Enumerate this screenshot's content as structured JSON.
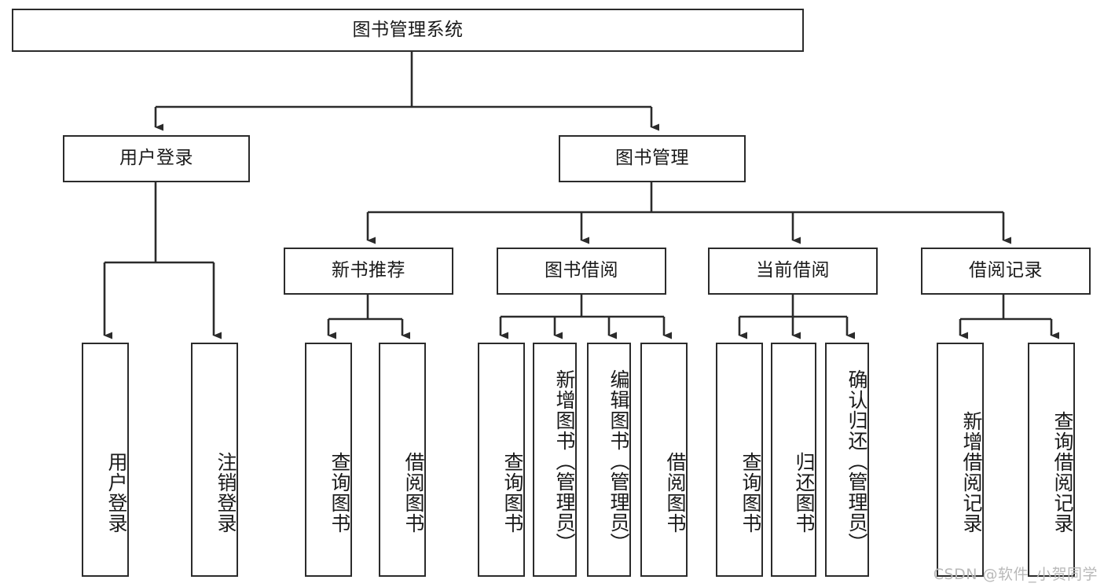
{
  "diagram": {
    "title": "图书管理系统",
    "type": "tree-hierarchy-diagram",
    "colors": {
      "stroke": "#2b2b2b",
      "fill": "#ffffff",
      "text": "#1a1a1a",
      "watermark": "#b9b9b9"
    },
    "watermark": "CSDN @软件_小贺同学"
  },
  "nodes": {
    "root": {
      "label": "图书管理系统"
    },
    "level2": [
      {
        "id": "user-login",
        "label": "用户登录"
      },
      {
        "id": "book-manage",
        "label": "图书管理"
      }
    ],
    "level3": [
      {
        "id": "new-book-recommend",
        "label": "新书推荐"
      },
      {
        "id": "book-borrow",
        "label": "图书借阅"
      },
      {
        "id": "current-borrow",
        "label": "当前借阅"
      },
      {
        "id": "borrow-record",
        "label": "借阅记录"
      }
    ],
    "leaves": {
      "user_login": [
        {
          "id": "leaf-user-login",
          "label": "用户登录"
        },
        {
          "id": "leaf-logout-login",
          "label": "注销登录"
        }
      ],
      "new_book_recommend": [
        {
          "id": "leaf-query-book-1",
          "label": "查询图书"
        },
        {
          "id": "leaf-borrow-book-1",
          "label": "借阅图书"
        }
      ],
      "book_borrow": [
        {
          "id": "leaf-query-book-2",
          "label": "查询图书"
        },
        {
          "id": "leaf-add-book",
          "label": "新增图书（管理员）"
        },
        {
          "id": "leaf-edit-book",
          "label": "编辑图书（管理员）"
        },
        {
          "id": "leaf-borrow-book-2",
          "label": "借阅图书"
        }
      ],
      "current_borrow": [
        {
          "id": "leaf-query-book-3",
          "label": "查询图书"
        },
        {
          "id": "leaf-return-book",
          "label": "归还图书"
        },
        {
          "id": "leaf-confirm-return",
          "label": "确认归还（管理员）"
        }
      ],
      "borrow_record": [
        {
          "id": "leaf-add-record",
          "label": "新增借阅记录"
        },
        {
          "id": "leaf-query-record",
          "label": "查询借阅记录"
        }
      ]
    }
  }
}
